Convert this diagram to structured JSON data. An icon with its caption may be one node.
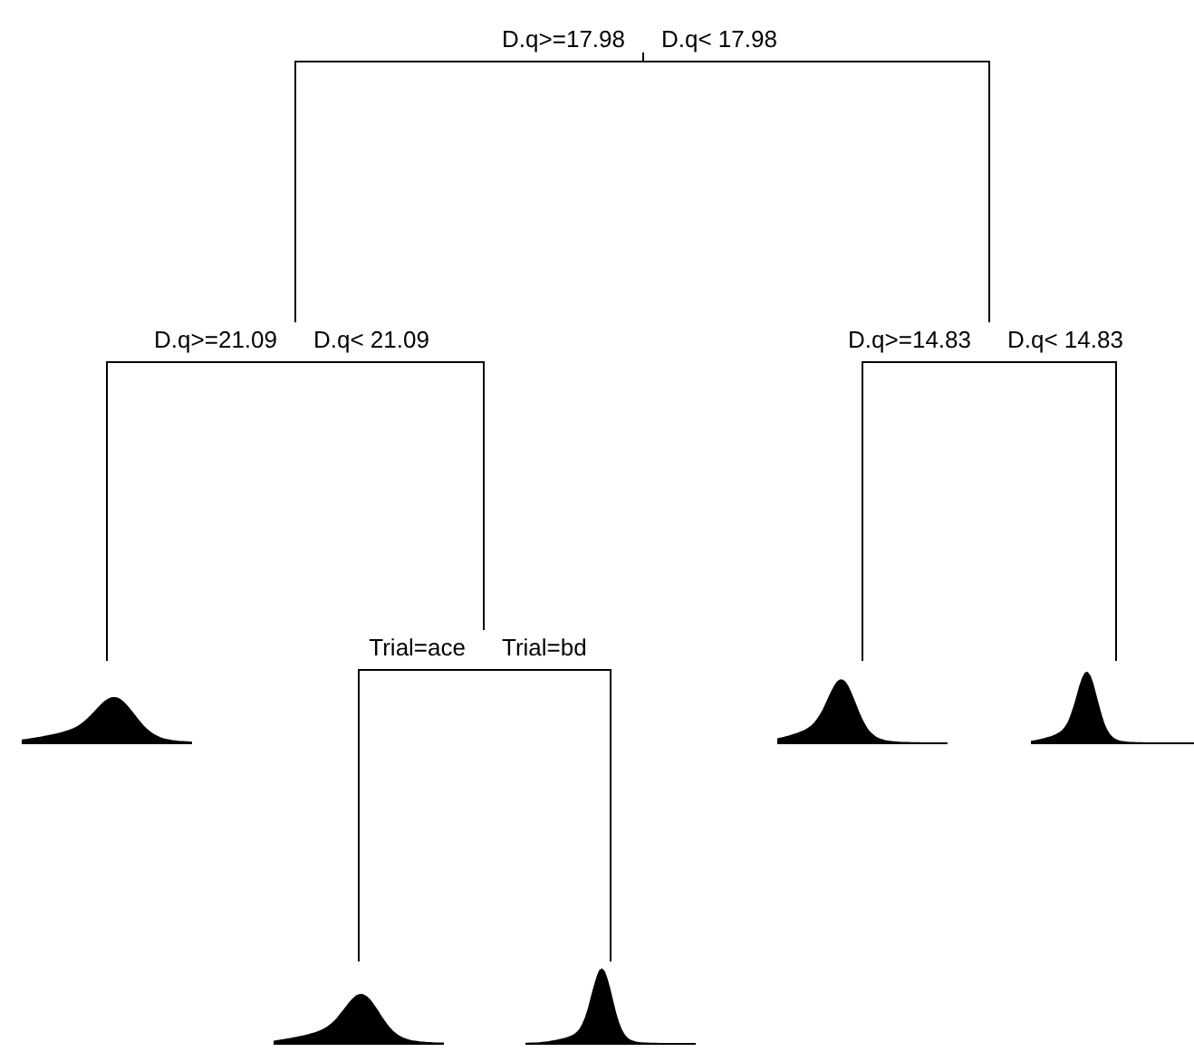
{
  "diagram": {
    "nodes": [
      {
        "text": [
          "D.q>=17.98",
          "D.q< 17.98"
        ]
      },
      {
        "text": [
          "D.q>=21.09",
          "D.q< 21.09"
        ]
      },
      {
        "text": [],
        "shape": "curve"
      },
      {
        "text": [
          "Trial=ace",
          "Trial=bd"
        ]
      },
      {
        "text": [],
        "shape": "curve"
      },
      {
        "text": [],
        "shape": "curve"
      },
      {
        "text": [
          "D.q>=14.83",
          "D.q< 14.83"
        ]
      },
      {
        "text": [],
        "shape": "curve"
      },
      {
        "text": [],
        "shape": "curve"
      }
    ],
    "edges": [
      {
        "from": 0,
        "to": 1,
        "arrow": "none"
      },
      {
        "from": 0,
        "to": 6,
        "arrow": "none"
      },
      {
        "from": 1,
        "to": 2,
        "arrow": "none"
      },
      {
        "from": 1,
        "to": 3,
        "arrow": "none"
      },
      {
        "from": 3,
        "to": 4,
        "arrow": "none"
      },
      {
        "from": 3,
        "to": 5,
        "arrow": "none"
      },
      {
        "from": 6,
        "to": 7,
        "arrow": "none"
      },
      {
        "from": 6,
        "to": 8,
        "arrow": "none"
      }
    ]
  }
}
